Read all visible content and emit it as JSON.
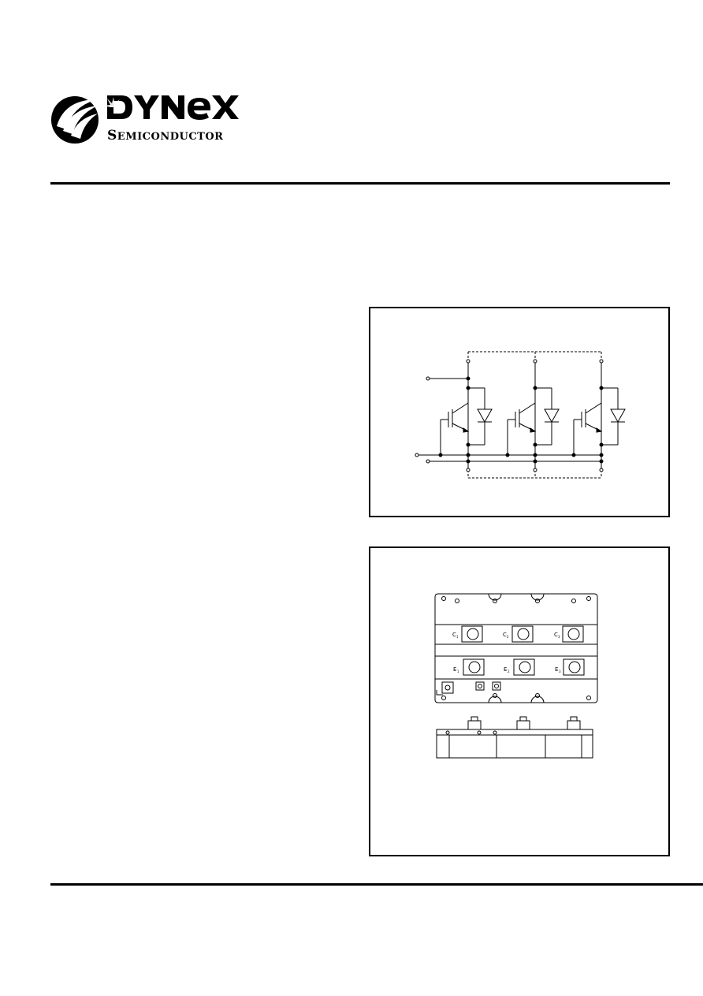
{
  "logo": {
    "brand": "DYNEX",
    "tagline": "SEMICONDUCTOR"
  },
  "outline": {
    "collector_labels": [
      "C",
      "C",
      "C"
    ],
    "emitter_labels": [
      "E",
      "E",
      "E"
    ],
    "subscripts": [
      "1",
      "2",
      "3"
    ]
  }
}
